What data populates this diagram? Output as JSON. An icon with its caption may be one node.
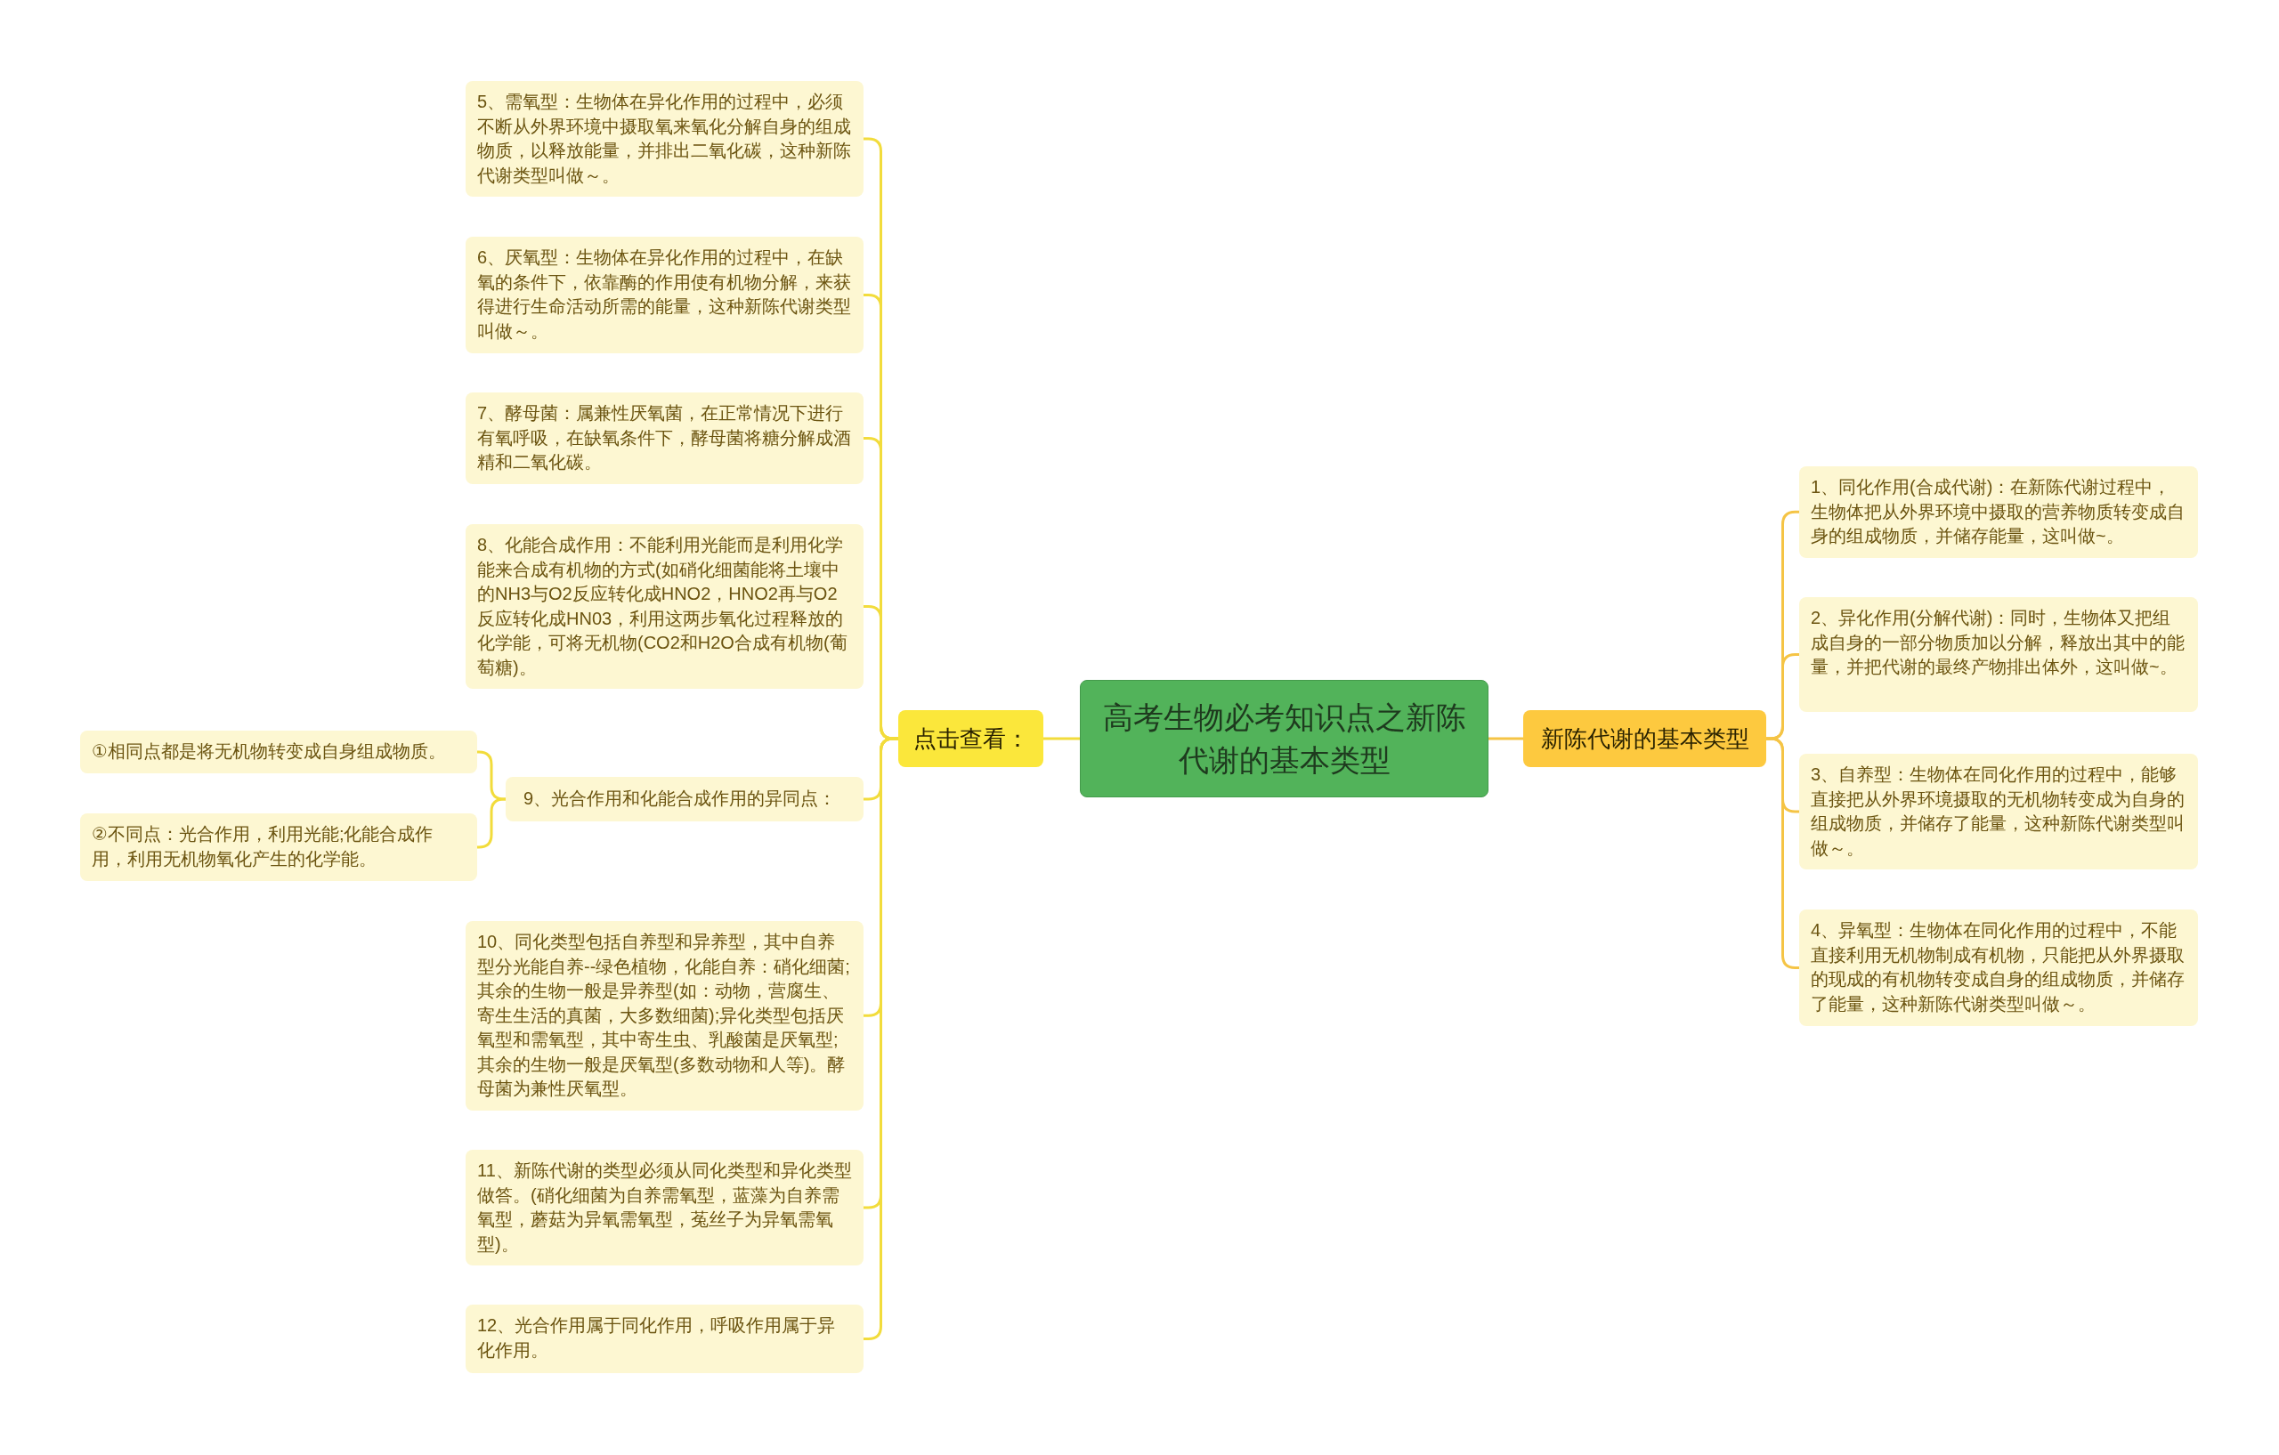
{
  "diagram": {
    "nodes": [
      {
        "text": [
          "高考生物必考知识点之新陈代谢的基本类型"
        ]
      },
      {
        "text": [
          "新陈代谢的基本类型"
        ]
      },
      {
        "text": [
          "1、同化作用(合成代谢)：在新陈代谢过程中，生物体把从外界环境中摄取的营养物质转变成自身的组成物质，并储存能量，这叫做~。"
        ]
      },
      {
        "text": [
          "2、异化作用(分解代谢)：同时，生物体又把组成自身的一部分物质加以分解，释放出其中的能量，并把代谢的最终产物排出体外，这叫做~。"
        ]
      },
      {
        "text": [
          "3、自养型：生物体在同化作用的过程中，能够直接把从外界环境摄取的无机物转变成为自身的组成物质，并储存了能量，这种新陈代谢类型叫做～。"
        ]
      },
      {
        "text": [
          "4、异氧型：生物体在同化作用的过程中，不能直接利用无机物制成有机物，只能把从外界摄取的现成的有机物转变成自身的组成物质，并储存了能量，这种新陈代谢类型叫做～。"
        ]
      },
      {
        "text": [
          "点击查看："
        ]
      },
      {
        "text": [
          "5、需氧型：生物体在异化作用的过程中，必须不断从外界环境中摄取氧来氧化分解自身的组成物质，以释放能量，并排出二氧化碳，这种新陈代谢类型叫做～。"
        ]
      },
      {
        "text": [
          "6、厌氧型：生物体在异化作用的过程中，在缺氧的条件下，依靠酶的作用使有机物分解，来获得进行生命活动所需的能量，这种新陈代谢类型叫做～。"
        ]
      },
      {
        "text": [
          "7、酵母菌：属兼性厌氧菌，在正常情况下进行有氧呼吸，在缺氧条件下，酵母菌将糖分解成酒精和二氧化碳。"
        ]
      },
      {
        "text": [
          "8、化能合成作用：不能利用光能而是利用化学能来合成有机物的方式(如硝化细菌能将土壤中的NH3与O2反应转化成HNO2，HNO2再与O2反应转化成HN03，利用这两步氧化过程释放的化学能，可将无机物(CO2和H2O合成有机物(葡萄糖)。"
        ]
      },
      {
        "text": [
          "9、光合作用和化能合成作用的异同点："
        ]
      },
      {
        "text": [
          "①相同点都是将无机物转变成自身组成物质。"
        ]
      },
      {
        "text": [
          "②不同点：光合作用，利用光能;化能合成作用，利用无机物氧化产生的化学能。"
        ]
      },
      {
        "text": [
          "10、同化类型包括自养型和异养型，其中自养型分光能自养--绿色植物，化能自养：硝化细菌;其余的生物一般是异养型(如：动物，营腐生、寄生生活的真菌，大多数细菌);异化类型包括厌氧型和需氧型，其中寄生虫、乳酸菌是厌氧型;其余的生物一般是厌氧型(多数动物和人等)。酵母菌为兼性厌氧型。"
        ]
      },
      {
        "text": [
          "11、新陈代谢的类型必须从同化类型和异化类型做答。(硝化细菌为自养需氧型，蓝藻为自养需氧型，蘑菇为异氧需氧型，菟丝子为异氧需氧型)。"
        ]
      },
      {
        "text": [
          "12、光合作用属于同化作用，呼吸作用属于异化作用。"
        ]
      }
    ],
    "edges": [
      {
        "from": 0,
        "to": 1,
        "arrow": "none",
        "color": "#f5c445"
      },
      {
        "from": 1,
        "to": 2,
        "arrow": "none",
        "color": "#f5c445"
      },
      {
        "from": 1,
        "to": 3,
        "arrow": "none",
        "color": "#f5c445"
      },
      {
        "from": 1,
        "to": 4,
        "arrow": "none",
        "color": "#f5c445"
      },
      {
        "from": 1,
        "to": 5,
        "arrow": "none",
        "color": "#f5c445"
      },
      {
        "from": 0,
        "to": 6,
        "arrow": "none"
      },
      {
        "from": 6,
        "to": 7,
        "arrow": "none"
      },
      {
        "from": 6,
        "to": 8,
        "arrow": "none"
      },
      {
        "from": 6,
        "to": 9,
        "arrow": "none"
      },
      {
        "from": 6,
        "to": 10,
        "arrow": "none"
      },
      {
        "from": 6,
        "to": 11,
        "arrow": "none"
      },
      {
        "from": 11,
        "to": 12,
        "arrow": "none"
      },
      {
        "from": 11,
        "to": 13,
        "arrow": "none"
      },
      {
        "from": 6,
        "to": 14,
        "arrow": "none"
      },
      {
        "from": 6,
        "to": 15,
        "arrow": "none"
      },
      {
        "from": 6,
        "to": 16,
        "arrow": "none"
      }
    ]
  }
}
